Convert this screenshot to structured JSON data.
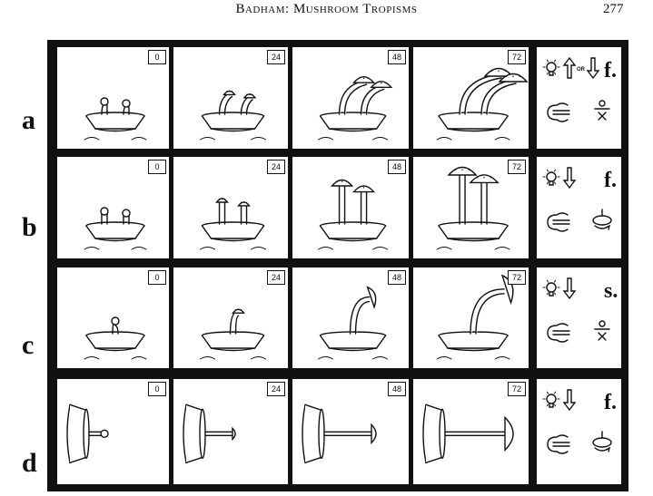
{
  "header": {
    "title": "Badham: Mushroom Tropisms",
    "page_number": "277"
  },
  "time_labels": [
    "0",
    "24",
    "48",
    "72"
  ],
  "rows": [
    {
      "letter": "a",
      "condition": "f.",
      "stimulus_icons": [
        "light-bulb-icon",
        "arrow-up-icon",
        "arrow-down-icon"
      ],
      "stimulus_text": "OR",
      "orientation": "upright",
      "motion": "none"
    },
    {
      "letter": "b",
      "condition": "f.",
      "stimulus_icons": [
        "light-bulb-icon",
        "arrow-down-icon"
      ],
      "stimulus_text": "",
      "orientation": "upright",
      "motion": "rotation"
    },
    {
      "letter": "c",
      "condition": "s.",
      "stimulus_icons": [
        "light-bulb-icon",
        "arrow-down-icon"
      ],
      "stimulus_text": "",
      "orientation": "upright",
      "motion": "none"
    },
    {
      "letter": "d",
      "condition": "f.",
      "stimulus_icons": [
        "light-bulb-icon",
        "arrow-down-icon"
      ],
      "stimulus_text": "",
      "orientation": "horizontal",
      "motion": "rotation"
    }
  ]
}
